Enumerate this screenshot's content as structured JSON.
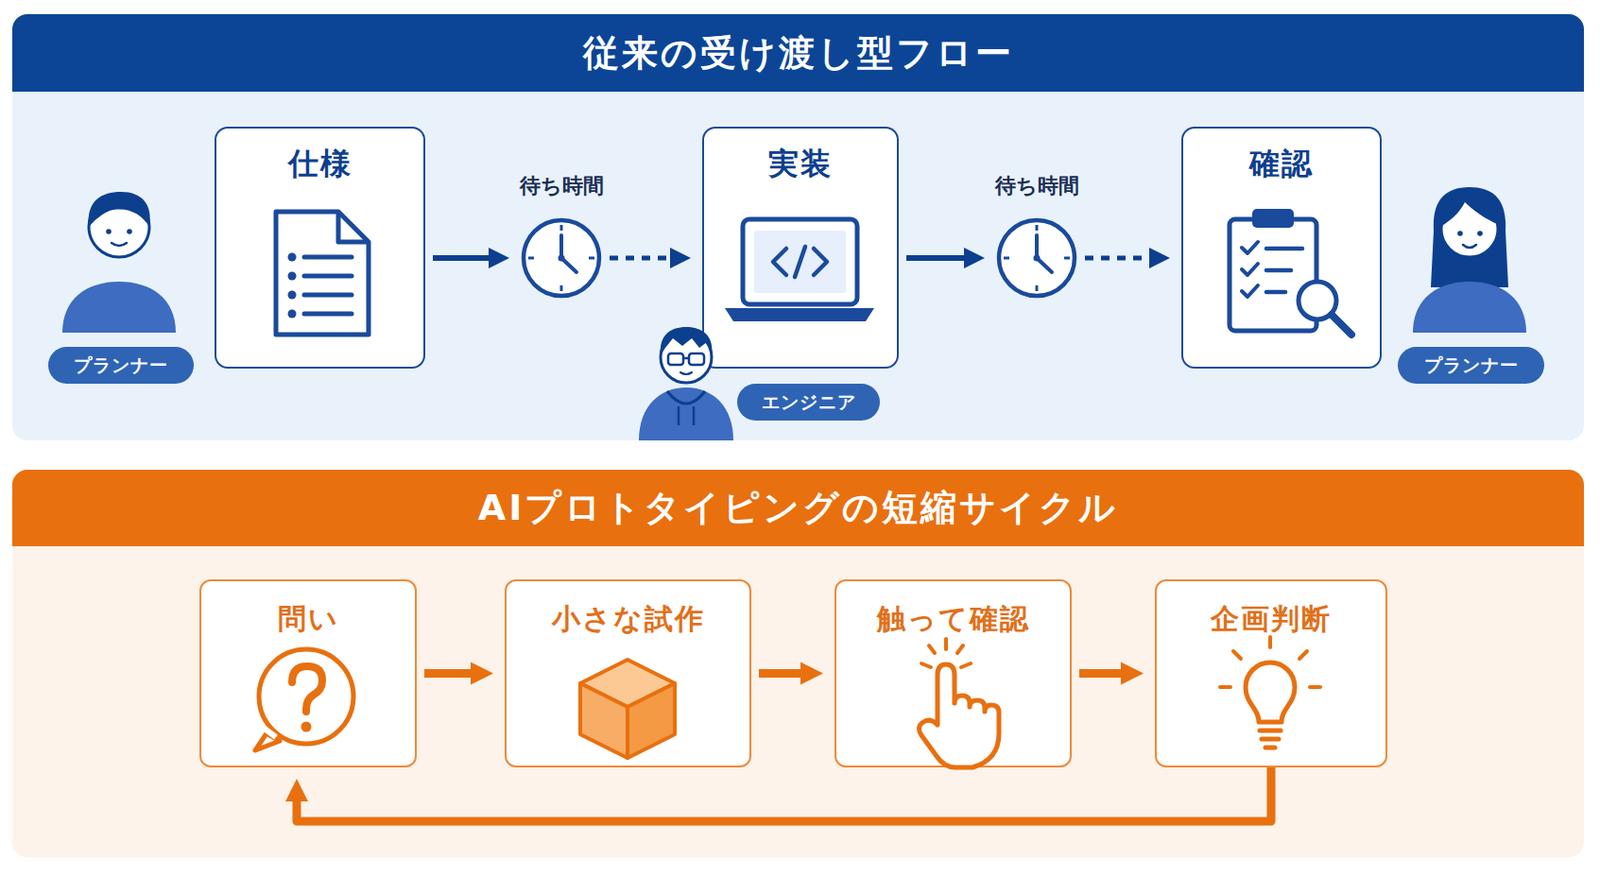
{
  "diagram": {
    "nodes": [
      {
        "text": [
          "従来の受け渡し型フロー"
        ]
      },
      {
        "text": [
          "プランナー"
        ],
        "in": 0
      },
      {
        "text": [
          "仕様"
        ],
        "in": 0
      },
      {
        "text": [
          "待ち時間"
        ],
        "in": 0
      },
      {
        "text": [
          "実装"
        ],
        "in": 0
      },
      {
        "text": [
          "エンジニア"
        ],
        "in": 0
      },
      {
        "text": [
          "待ち時間"
        ],
        "in": 0
      },
      {
        "text": [
          "確認"
        ],
        "in": 0
      },
      {
        "text": [
          "プランナー"
        ],
        "in": 0
      },
      {
        "text": [
          "AIプロトタイピングの短縮サイクル"
        ]
      },
      {
        "text": [
          "問い"
        ],
        "in": 9
      },
      {
        "text": [
          "小さな試作"
        ],
        "in": 9
      },
      {
        "text": [
          "触って確認"
        ],
        "in": 9
      },
      {
        "text": [
          "企画判断"
        ],
        "in": 9
      }
    ],
    "edges": [
      {
        "from": 2,
        "to": 3,
        "arrow": "to"
      },
      {
        "from": 3,
        "to": 4,
        "arrow": "to"
      },
      {
        "from": 4,
        "to": 6,
        "arrow": "to"
      },
      {
        "from": 6,
        "to": 7,
        "arrow": "to"
      },
      {
        "from": 10,
        "to": 11,
        "arrow": "to"
      },
      {
        "from": 11,
        "to": 12,
        "arrow": "to"
      },
      {
        "from": 12,
        "to": 13,
        "arrow": "to"
      },
      {
        "from": 13,
        "to": 10,
        "arrow": "to"
      }
    ]
  }
}
